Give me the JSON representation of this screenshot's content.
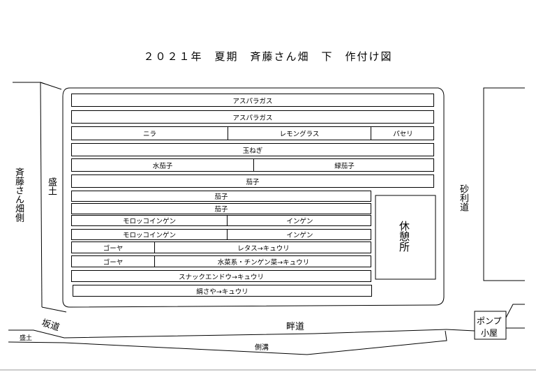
{
  "title": "２０２１年　夏期　斉藤さん畑　下　作付け図",
  "labels": {
    "left_owner": "斉藤さん畑側",
    "mound": "盛土",
    "gravel_road": "砂利道",
    "rest_area": "休憩所",
    "slope": "坂道",
    "ridge_path": "畔道",
    "ditch": "側溝",
    "small_mound": "盛土",
    "pump_house_line1": "ポンプ",
    "pump_house_line2": "小屋"
  },
  "beds": [
    {
      "cells": [
        "アスパラガス"
      ]
    },
    {
      "cells": [
        "アスパラガス"
      ]
    },
    {
      "cells": [
        "ニラ",
        "レモングラス",
        "パセリ"
      ]
    },
    {
      "cells": [
        "玉ねぎ"
      ]
    },
    {
      "cells": [
        "水茄子",
        "緑茄子"
      ]
    },
    {
      "cells": [
        "茄子"
      ]
    },
    {
      "cells": [
        "茄子"
      ]
    },
    {
      "cells": [
        "茄子"
      ]
    },
    {
      "cells": [
        "モロッコインゲン",
        "インゲン"
      ]
    },
    {
      "cells": [
        "モロッコインゲン",
        "インゲン"
      ]
    },
    {
      "cells": [
        "ゴーヤ",
        "レタス→キュウリ"
      ]
    },
    {
      "cells": [
        "ゴーヤ",
        "水菜系・チンゲン菜→キュウリ"
      ]
    },
    {
      "cells": [
        "スナックエンドウ→キュウリ"
      ]
    },
    {
      "cells": [
        "絹さや→キュウリ"
      ]
    }
  ]
}
